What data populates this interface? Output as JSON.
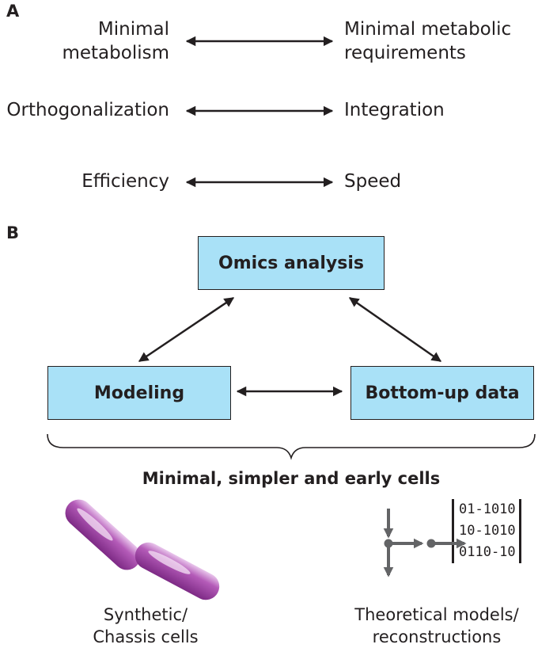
{
  "panel_a": {
    "label": "A",
    "pairs": [
      {
        "left": [
          "Minimal",
          "metabolism"
        ],
        "right": [
          "Minimal metabolic",
          "requirements"
        ]
      },
      {
        "left": [
          "Orthogonalization"
        ],
        "right": [
          "Integration"
        ]
      },
      {
        "left": [
          "Efficiency"
        ],
        "right": [
          "Speed"
        ]
      }
    ]
  },
  "panel_b": {
    "label": "B",
    "boxes": {
      "top": "Omics analysis",
      "left": "Modeling",
      "right": "Bottom-up data"
    },
    "caption": "Minimal, simpler and early cells",
    "bottom_left_label": [
      "Synthetic/",
      "Chassis cells"
    ],
    "bottom_right_label": [
      "Theoretical models/",
      "reconstructions"
    ],
    "matrix_rows": [
      "01-1010",
      "10-1010",
      "0110-10"
    ]
  },
  "colors": {
    "box_fill": "#a9e1f7",
    "cell_purple": "#9b3f9e",
    "network_gray": "#636466",
    "ink": "#231f20"
  }
}
